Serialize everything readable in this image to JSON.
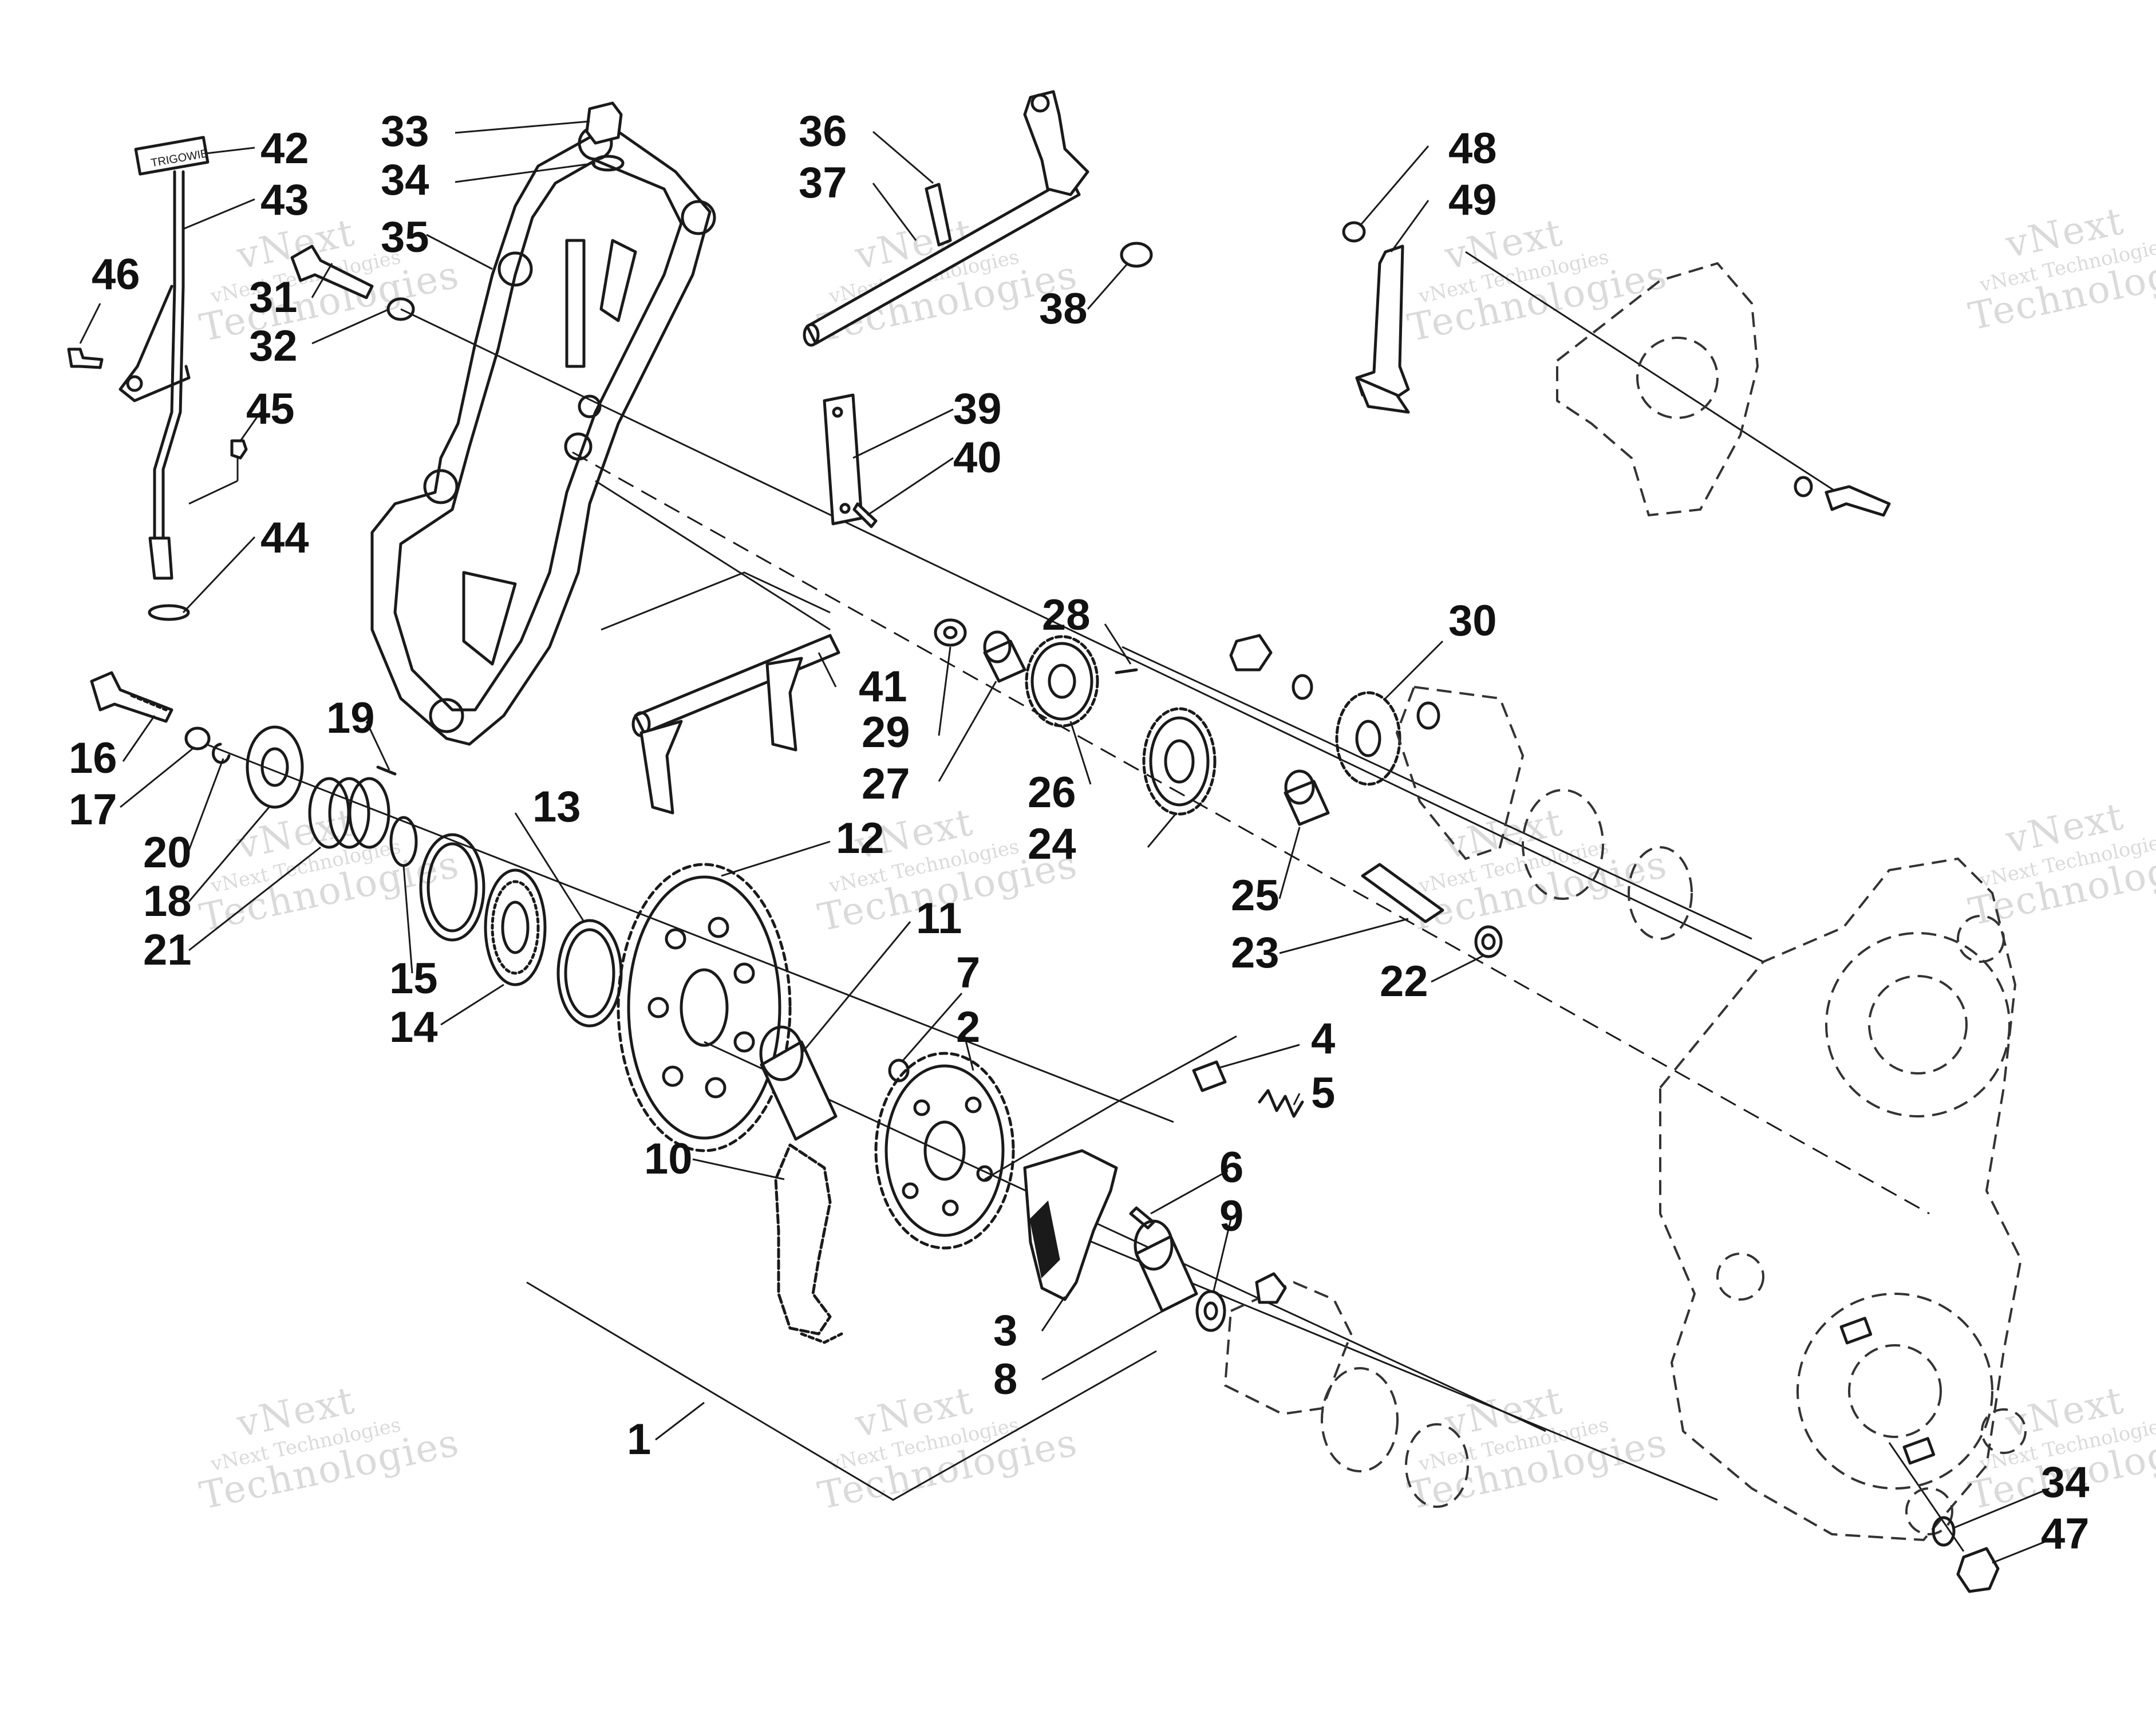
{
  "watermark": {
    "line1": "vNext",
    "line2": "vNext Technologies",
    "line3": "Technologies"
  },
  "decal_text": "TRIGOWIE",
  "callouts": [
    "1",
    "2",
    "3",
    "4",
    "5",
    "6",
    "7",
    "8",
    "9",
    "10",
    "11",
    "12",
    "13",
    "14",
    "15",
    "16",
    "17",
    "18",
    "19",
    "20",
    "21",
    "22",
    "23",
    "24",
    "25",
    "26",
    "27",
    "28",
    "29",
    "30",
    "31",
    "32",
    "33",
    "34",
    "35",
    "36",
    "37",
    "38",
    "39",
    "40",
    "41",
    "42",
    "43",
    "44",
    "45",
    "46",
    "34",
    "47",
    "48",
    "49"
  ]
}
